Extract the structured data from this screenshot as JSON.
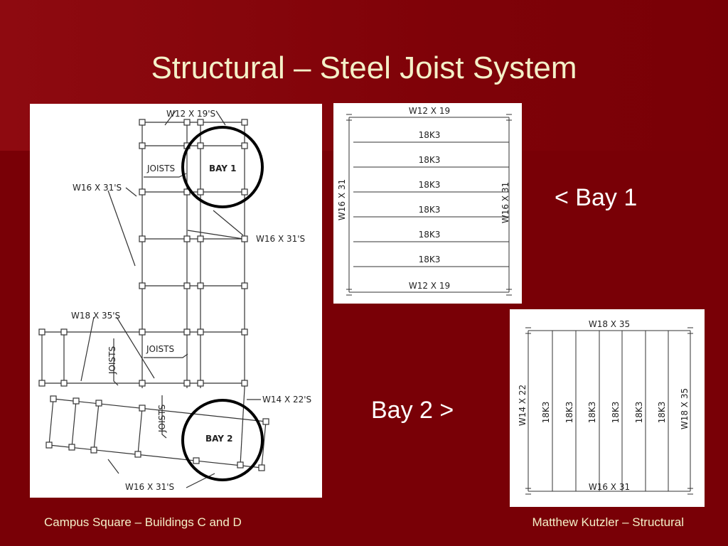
{
  "slide": {
    "title": "Structural – Steel Joist System",
    "bay1_caption": "< Bay 1",
    "bay2_caption": "Bay 2 >",
    "footer_left": "Campus Square – Buildings C and D",
    "footer_right": "Matthew Kutzler – Structural"
  },
  "plan": {
    "label_w12_top": "W12 X 19'S",
    "label_joists_1": "JOISTS",
    "label_bay1": "BAY 1",
    "label_w16_left": "W16 X 31'S",
    "label_w16_right": "W16 X 31'S",
    "label_w18": "W18 X 35'S",
    "label_joists_vert_1": "JOISTS",
    "label_joists_2": "JOISTS",
    "label_w14": "W14 X 22'S",
    "label_joists_vert_2": "JOISTS",
    "label_bay2": "BAY 2",
    "label_w16_bottom": "W16 X 31'S"
  },
  "bay1_detail": {
    "top_beam": "W12 X 19",
    "bottom_beam": "W12 X 19",
    "left_girder": "W16 X 31",
    "right_girder": "W16 X 31",
    "joists": [
      "18K3",
      "18K3",
      "18K3",
      "18K3",
      "18K3",
      "18K3"
    ]
  },
  "bay2_detail": {
    "top_beam": "W18 X 35",
    "bottom_beam": "W16 X 31",
    "left_girder": "W14 X 22",
    "right_girder": "W18 X 35",
    "joists": [
      "18K3",
      "18K3",
      "18K3",
      "18K3",
      "18K3",
      "18K3"
    ]
  }
}
